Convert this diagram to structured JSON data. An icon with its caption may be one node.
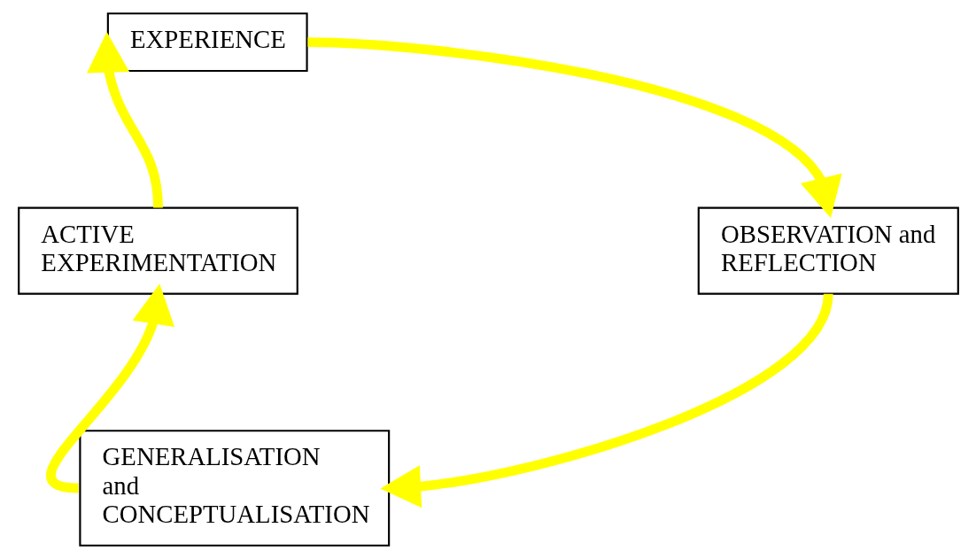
{
  "diagram": {
    "nodes": [
      {
        "text": [
          "EXPERIENCE"
        ]
      },
      {
        "text": [
          "ACTIVE EXPERIMENTATION"
        ]
      },
      {
        "text": [
          "OBSERVATION and REFLECTION"
        ]
      },
      {
        "text": [
          "GENERALISATION and CONCEPTUALISATION"
        ]
      }
    ],
    "edges": [
      {
        "from": 0,
        "to": 2,
        "arrow": "to",
        "color": "#ffff00"
      },
      {
        "from": 2,
        "to": 3,
        "arrow": "to",
        "color": "#ffff00"
      },
      {
        "from": 3,
        "to": 1,
        "arrow": "to",
        "color": "#ffff00"
      },
      {
        "from": 1,
        "to": 0,
        "arrow": "to",
        "color": "#ffff00"
      }
    ]
  }
}
